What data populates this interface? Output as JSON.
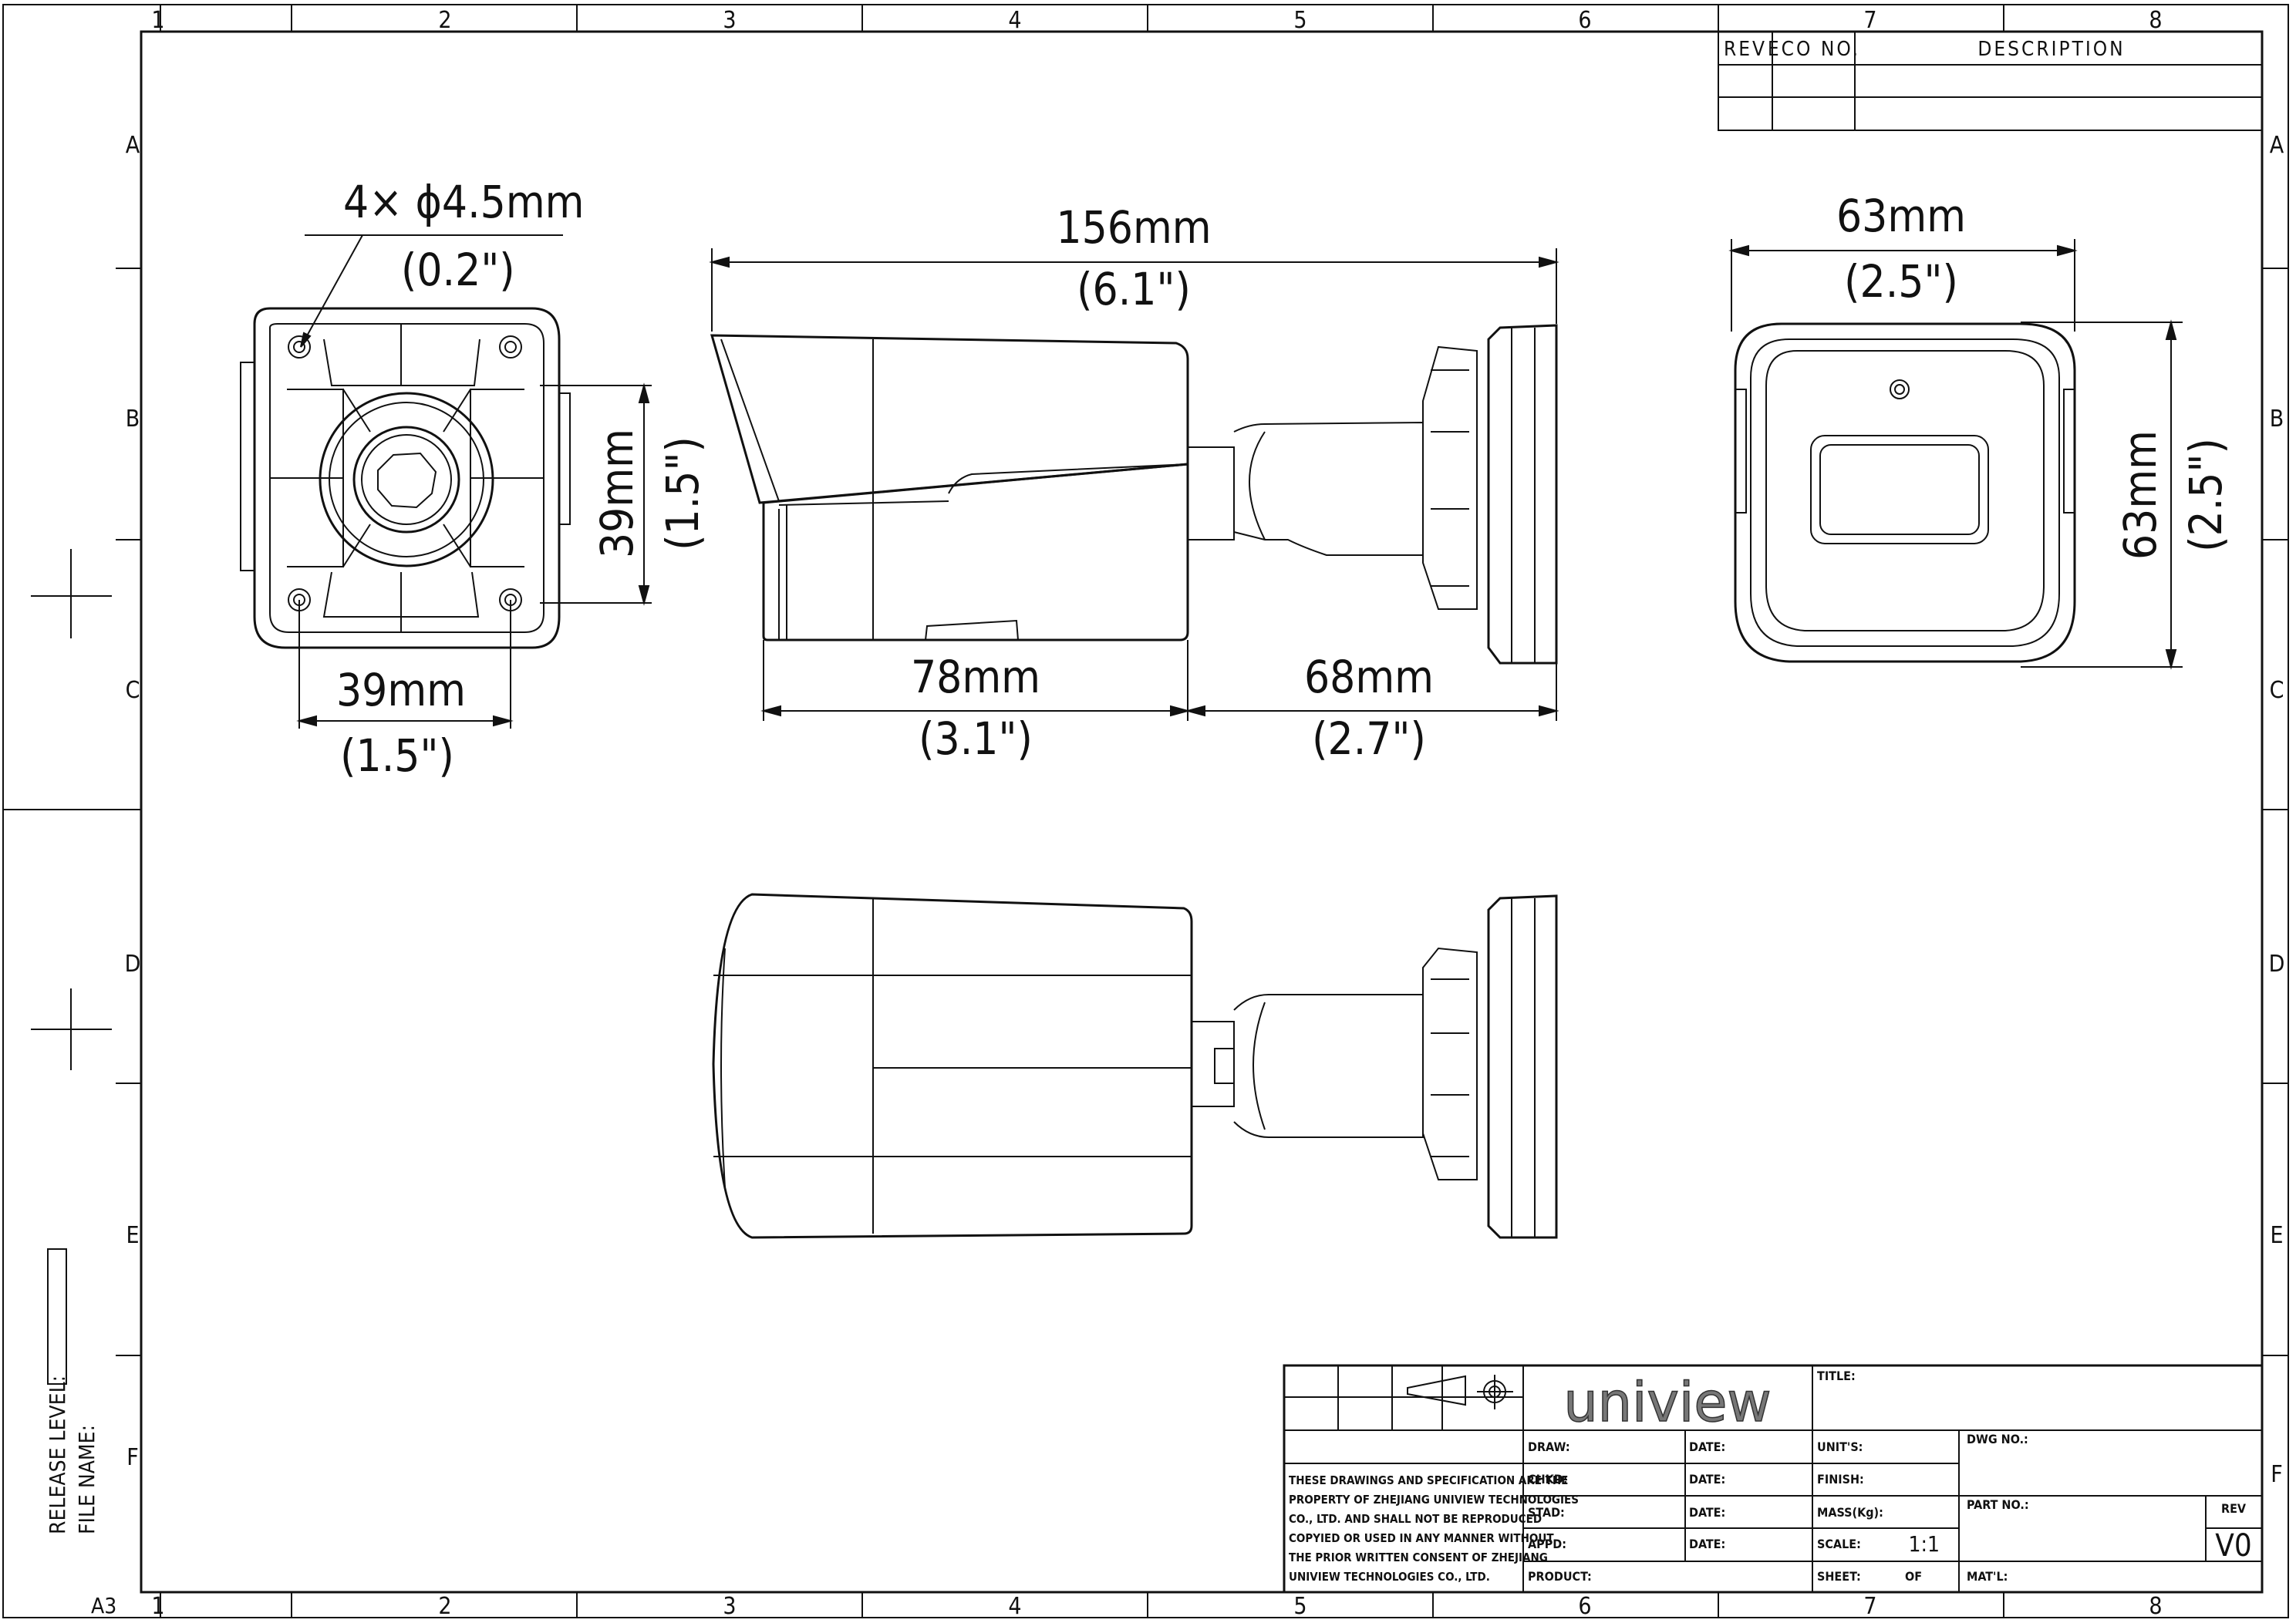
{
  "zones": {
    "cols": [
      "1",
      "2",
      "3",
      "4",
      "5",
      "6",
      "7",
      "8"
    ],
    "rows": [
      "A",
      "B",
      "C",
      "D",
      "E",
      "F"
    ]
  },
  "revision_table": {
    "headers": [
      "REV",
      "ECO NO.",
      "DESCRIPTION"
    ]
  },
  "front_view": {
    "holes_label": "4× ϕ4.5mm",
    "holes_label_in": "(0.2\")",
    "width_mm": "39mm",
    "width_in": "(1.5\")",
    "height_mm": "39mm",
    "height_in": "(1.5\")"
  },
  "side_view": {
    "length_mm": "156mm",
    "length_in": "(6.1\")",
    "body_mm": "78mm",
    "body_in": "(3.1\")",
    "mount_mm": "68mm",
    "mount_in": "(2.7\")"
  },
  "rear_view": {
    "width_mm": "63mm",
    "width_in": "(2.5\")",
    "height_mm": "63mm",
    "height_in": "(2.5\")"
  },
  "left_margin": {
    "release_level": "RELEASE LEVEL:",
    "file_name": "FILE NAME:",
    "sheet_size": "A3"
  },
  "title_block": {
    "logo": "uniview",
    "title_label": "TITLE:",
    "dwg_no_label": "DWG NO.:",
    "part_no_label": "PART NO.:",
    "rev_label": "REV",
    "rev_value": "V0",
    "mat_label": "MAT'L:",
    "notice": [
      "THESE DRAWINGS AND SPECIFICATION ARE THE",
      "PROPERTY OF ZHEJIANG UNIVIEW TECHNOLOGIES",
      "CO., LTD. AND SHALL NOT BE REPRODUCED",
      "COPYIED OR USED IN ANY MANNER WITHOUT",
      "THE PRIOR WRITTEN CONSENT OF ZHEJIANG",
      "UNIVIEW TECHNOLOGIES CO., LTD."
    ],
    "draw": "DRAW:",
    "chkd": "CHKD:",
    "stad": "STAD:",
    "appd": "APPD:",
    "product": "PRODUCT:",
    "date": "DATE:",
    "units": "UNIT'S:",
    "finish": "FINISH:",
    "mass": "MASS(Kg):",
    "scale": "SCALE:",
    "scale_value": "1:1",
    "sheet": "SHEET:",
    "of": "OF"
  }
}
